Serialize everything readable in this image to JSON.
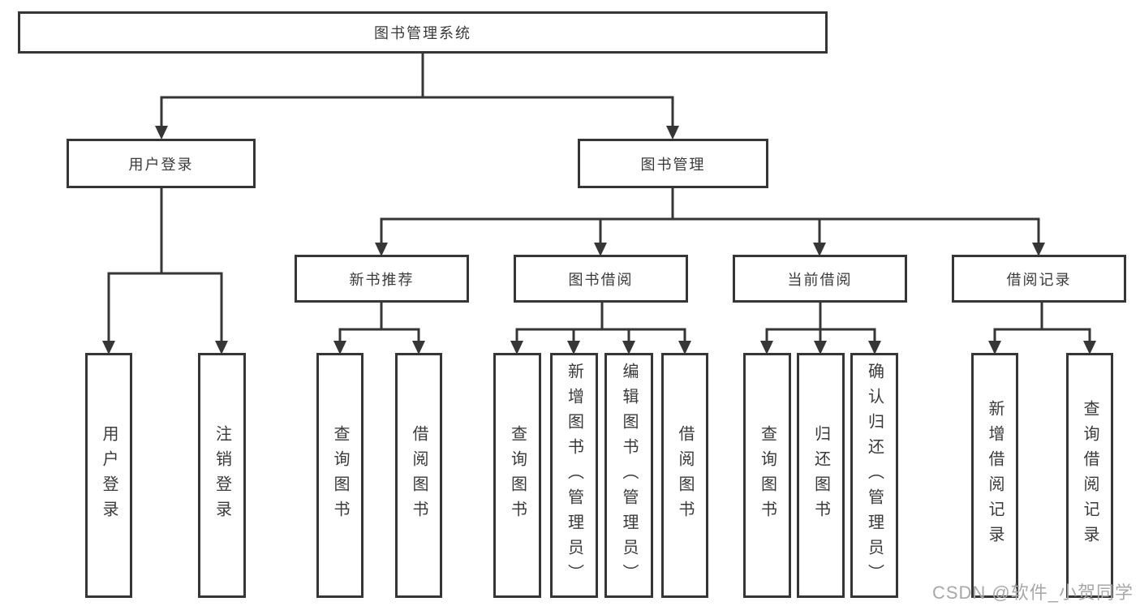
{
  "tree": {
    "label": "图书管理系统",
    "children": [
      {
        "label": "用户登录",
        "children": [
          {
            "label": "用户登录"
          },
          {
            "label": "注销登录"
          }
        ]
      },
      {
        "label": "图书管理",
        "children": [
          {
            "label": "新书推荐",
            "children": [
              {
                "label": "查询图书"
              },
              {
                "label": "借阅图书"
              }
            ]
          },
          {
            "label": "图书借阅",
            "children": [
              {
                "label": "查询图书"
              },
              {
                "label": "新增图书（管理员）"
              },
              {
                "label": "编辑图书（管理员）"
              },
              {
                "label": "借阅图书"
              }
            ]
          },
          {
            "label": "当前借阅",
            "children": [
              {
                "label": "查询图书"
              },
              {
                "label": "归还图书"
              },
              {
                "label": "确认归还（管理员）"
              }
            ]
          },
          {
            "label": "借阅记录",
            "children": [
              {
                "label": "新增借阅记录"
              },
              {
                "label": "查询借阅记录"
              }
            ]
          }
        ]
      }
    ]
  },
  "watermark": "CSDN @软件_小贺同学",
  "colors": {
    "line": "#363636",
    "box_border": "#363636",
    "text": "#3a3a3a",
    "background": "#ffffff",
    "watermark": "#a8a8a8"
  }
}
